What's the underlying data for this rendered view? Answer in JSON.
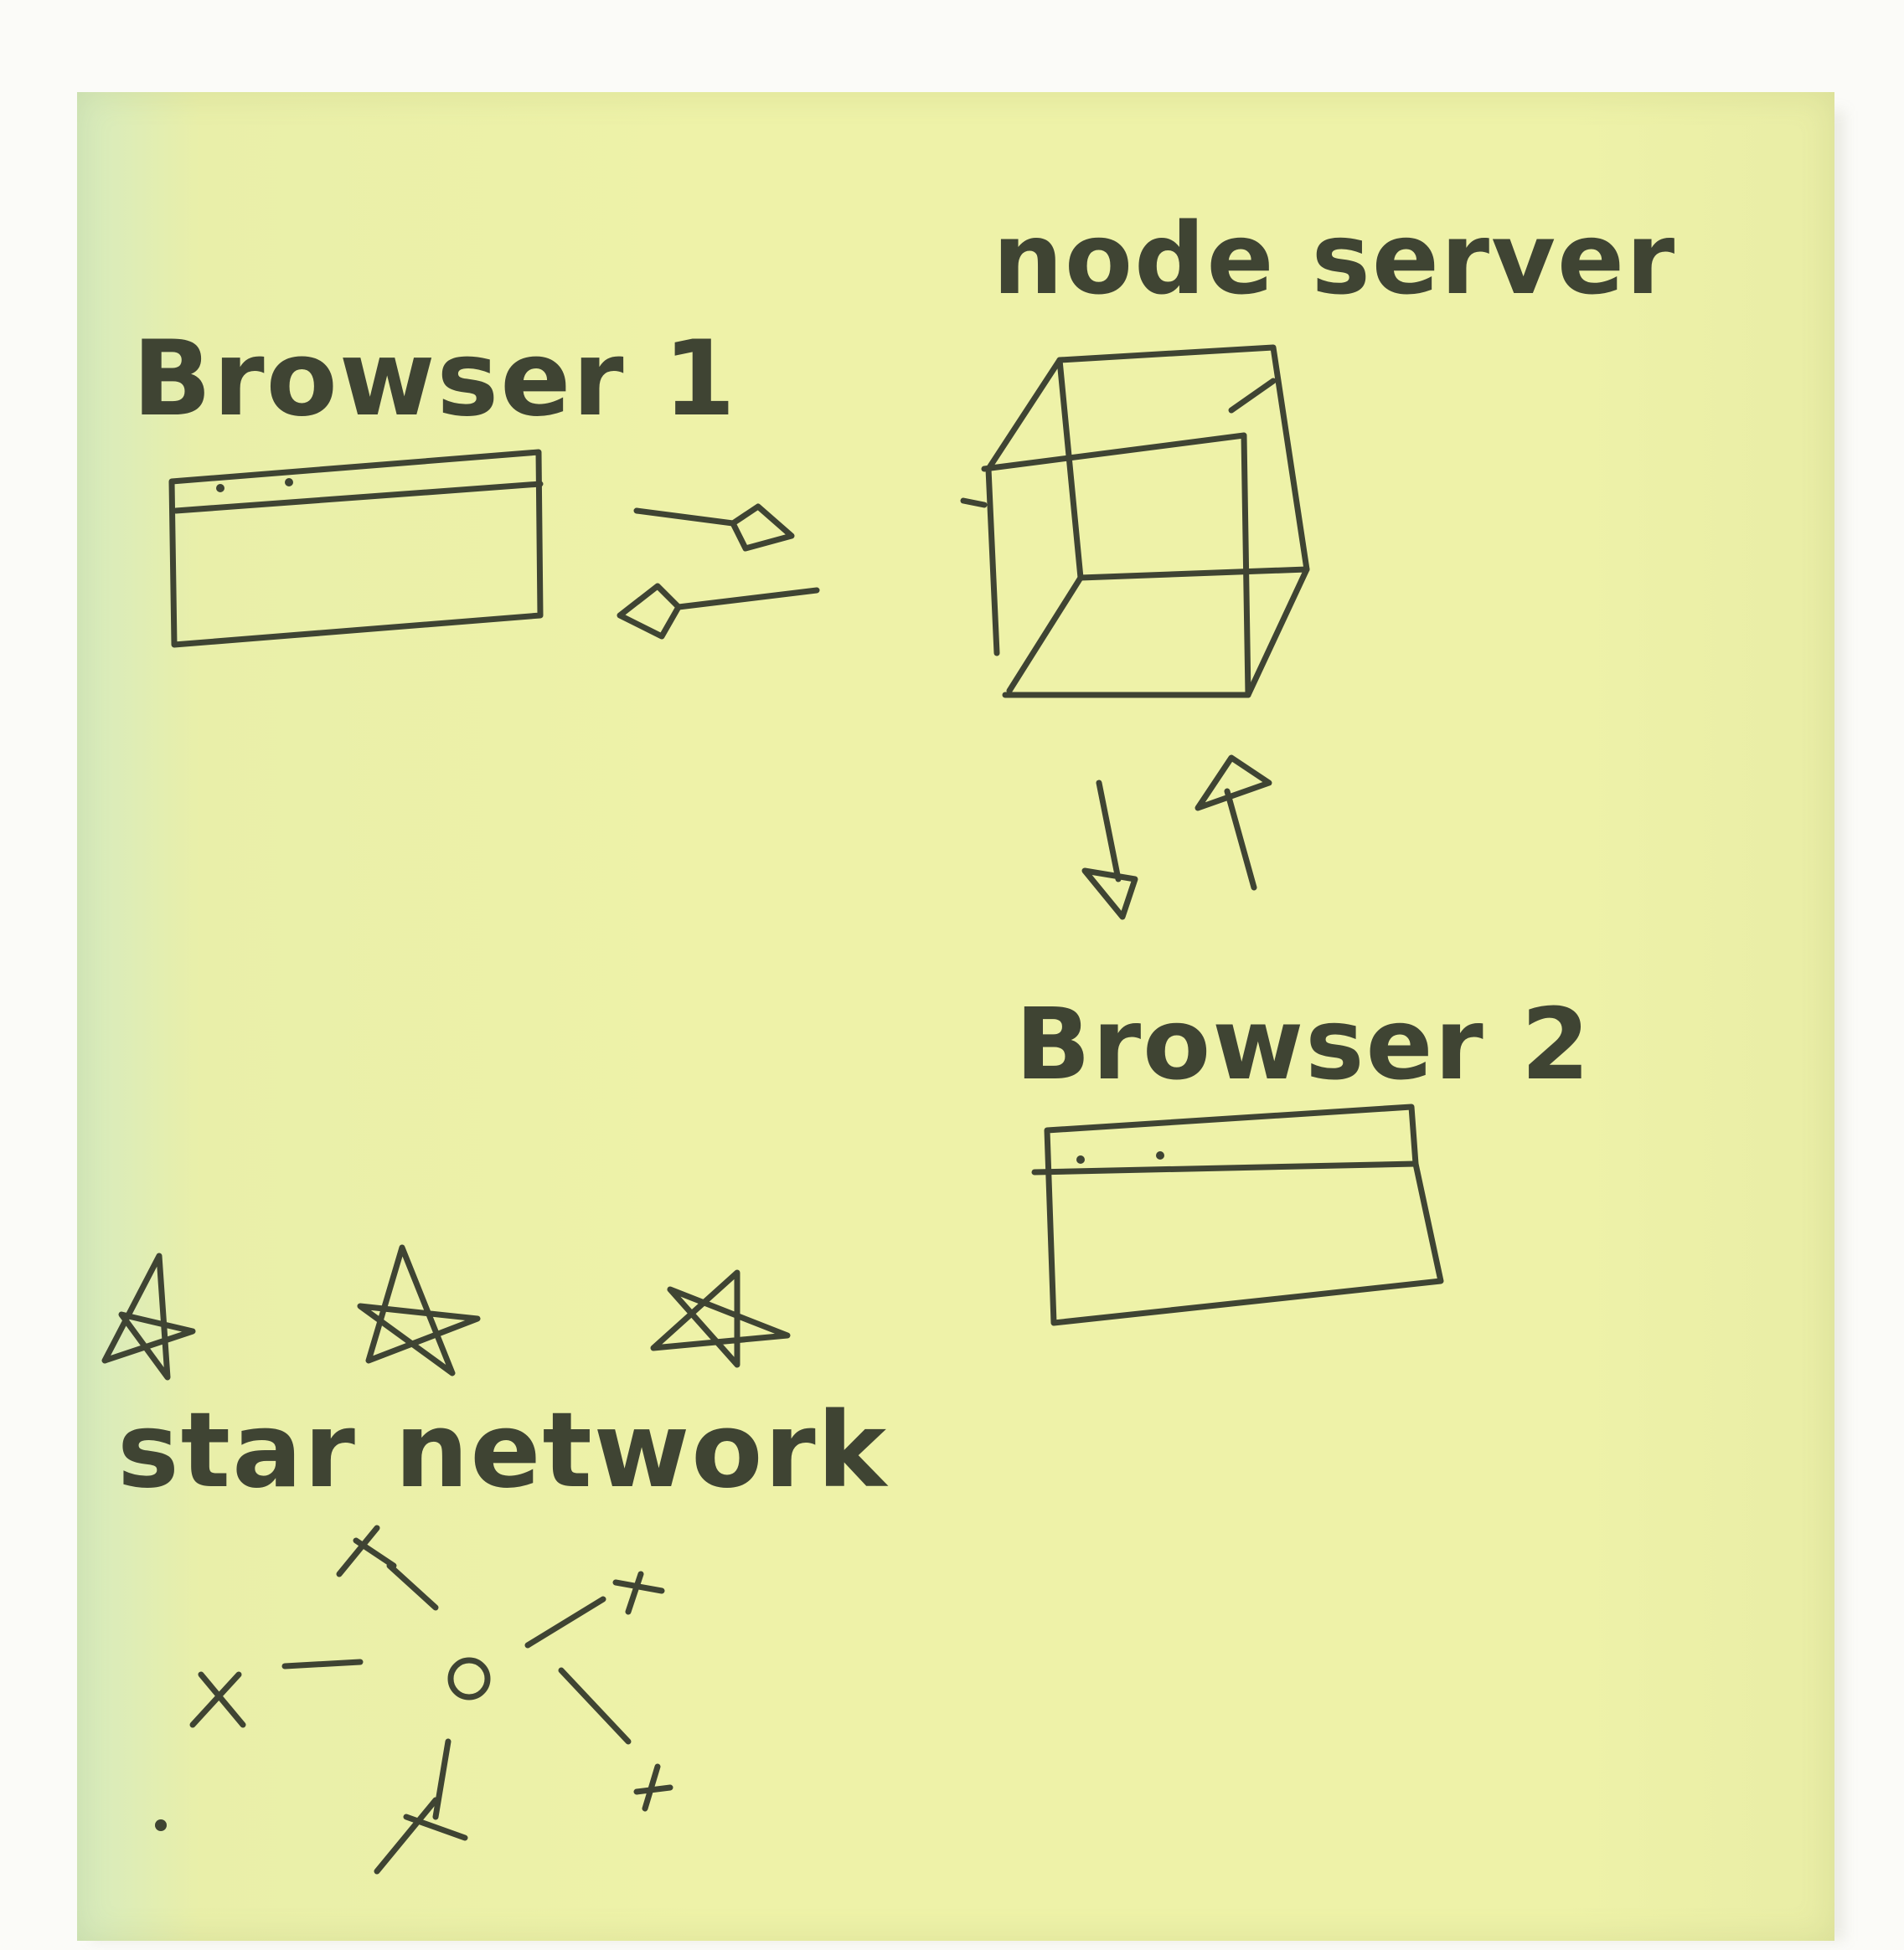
{
  "note": {
    "colors": {
      "paper": "#eef2a8",
      "ink": "#3f4433"
    }
  },
  "labels": {
    "browser_1": "Browser 1",
    "node_server": "node server",
    "browser_2": "Browser 2",
    "star_network": "star network"
  },
  "icons": [
    "browser-window-icon",
    "server-box-icon",
    "star-icon",
    "arrow-icon",
    "network-node-icon"
  ]
}
